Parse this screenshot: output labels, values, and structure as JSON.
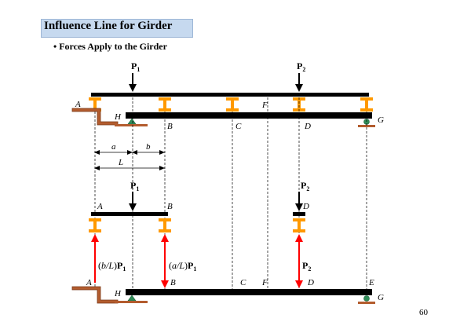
{
  "slide": {
    "title": "Influence Line for Girder",
    "bullet": "• Forces Apply to the Girder",
    "page_number": "60"
  },
  "labels": {
    "P1": "P",
    "P1_sub": "1",
    "P2": "P",
    "P2_sub": "2",
    "A": "A",
    "B": "B",
    "C": "C",
    "D": "D",
    "E": "E",
    "F": "F",
    "G": "G",
    "H": "H",
    "a": "a",
    "b": "b",
    "L": "L",
    "react_left_open": "(",
    "react_left_ratio": "b/L",
    "react_left_close": ")",
    "react_left_P": "P",
    "react_left_sub": "1",
    "react_mid_open": "(",
    "react_mid_ratio": "a/L",
    "react_mid_close": ")",
    "react_mid_P": "P",
    "react_mid_sub": "1",
    "react_right_P": "P",
    "react_right_sub": "2"
  },
  "colors": {
    "beam": "#000000",
    "connector": "#ff9900",
    "support_brown": "#b35c2e",
    "support_green": "#2e8b57",
    "reaction_red": "#ff0000",
    "title_bg": "#c6d9ef"
  }
}
